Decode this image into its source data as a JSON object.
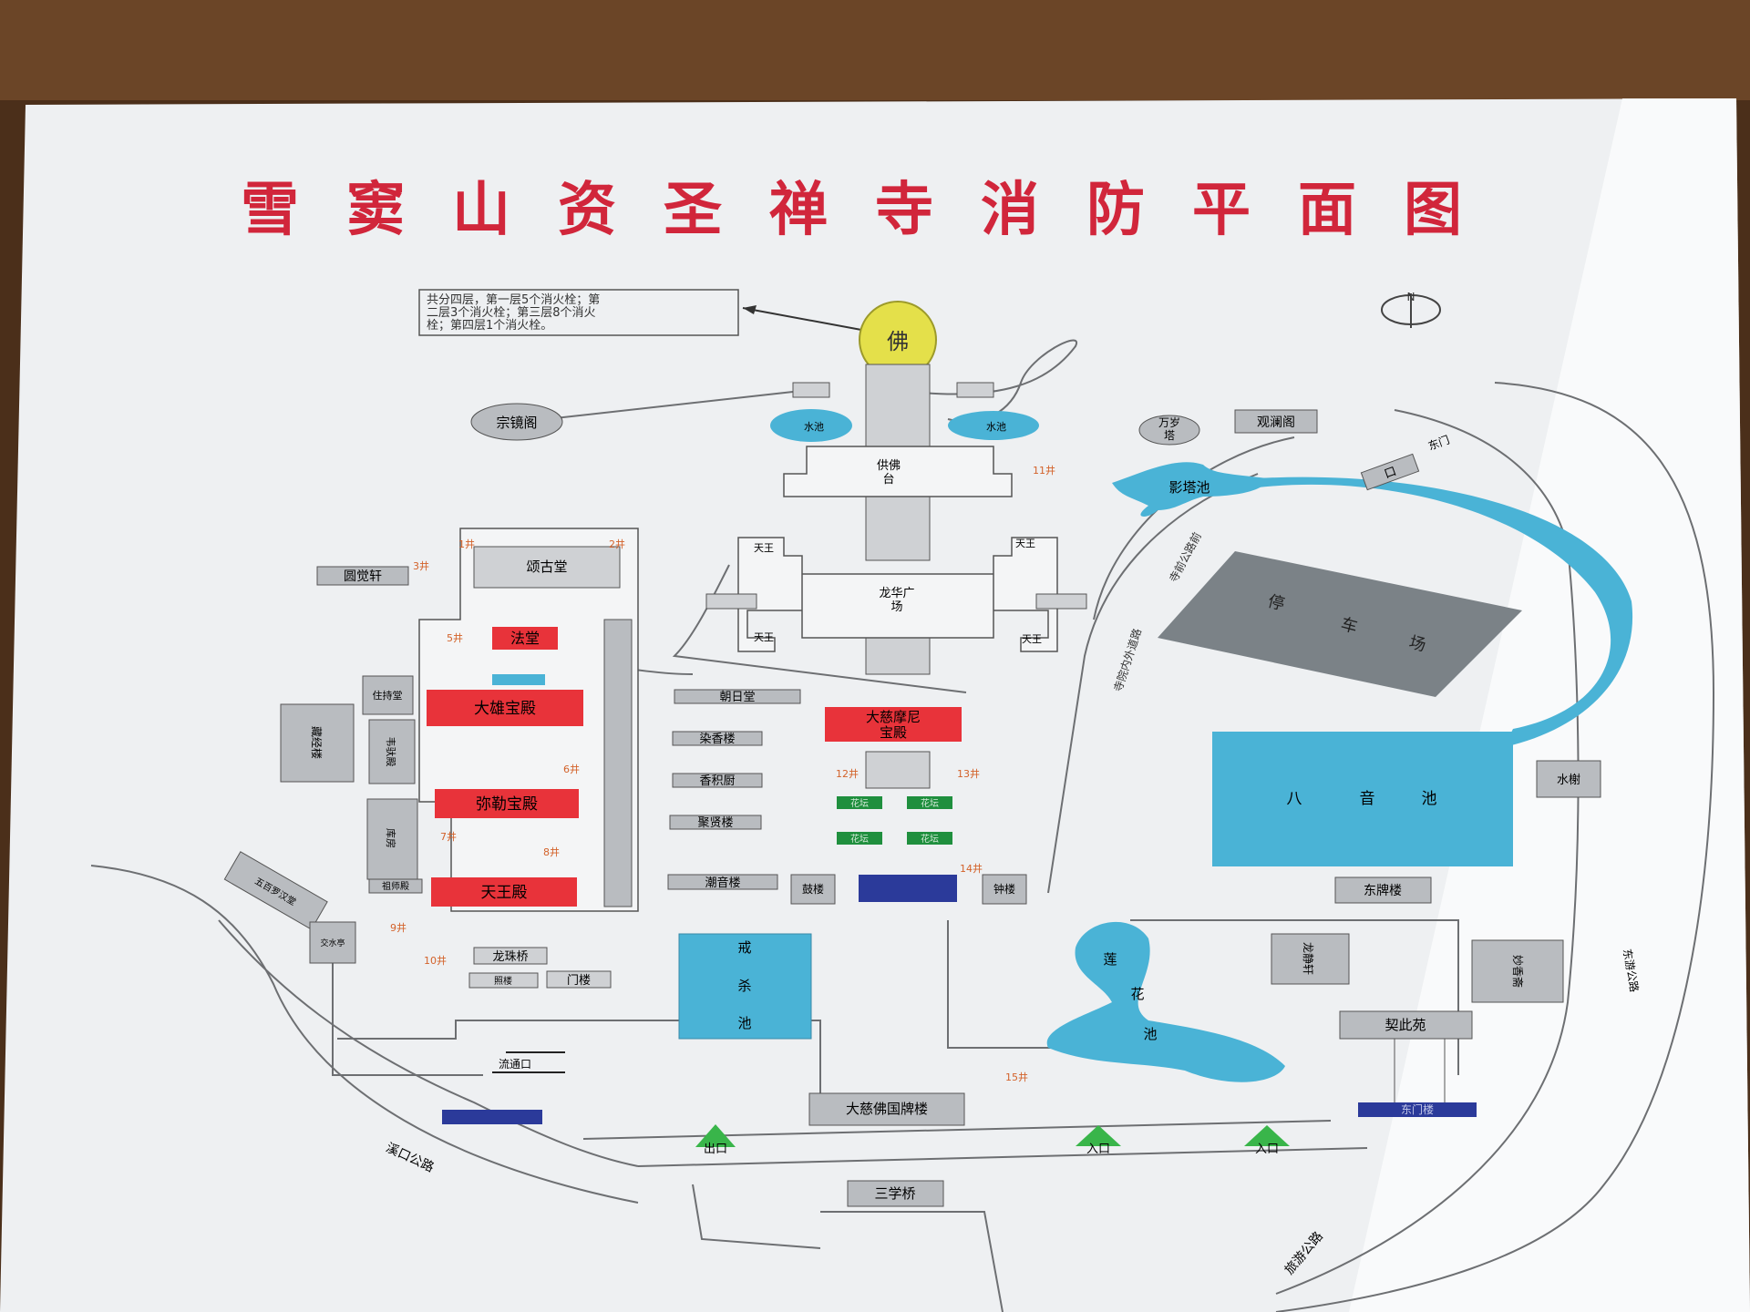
{
  "title": "雪窦山资圣禅寺消防平面图",
  "note": {
    "line1": "共分四层，第一层5个消火栓；第",
    "line2": "二层3个消火栓；第三层8个消火",
    "line3": "栓；第四层1个消火栓。"
  },
  "compass": "N",
  "colors": {
    "title": "#d1263b",
    "hall": "#e8333a",
    "water": "#4ab3d6",
    "building": "#b9bcc0",
    "parking": "#7b8287",
    "buddha": "#e4e04a",
    "flowerbed": "#1f8f3e",
    "hydrant_text": "#d3622a",
    "entrance": "#39b54a",
    "navy": "#2b3a9a"
  },
  "labels": {
    "buddha": "佛",
    "zongjingge": "宗镜阁",
    "shuichi": "水池",
    "gongfotai_1": "供佛",
    "gongfotai_2": "台",
    "wansuita_1": "万岁",
    "wansuita_2": "塔",
    "guanlange": "观澜阁",
    "yingtachi": "影塔池",
    "kou": "口",
    "dongmen": "东门",
    "tianwang": "天王",
    "longhua_1": "龙华广",
    "longhua_2": "场",
    "yuanjuexuan": "圆觉轩",
    "songgutang": "颂古堂",
    "fatang": "法堂",
    "daxiong": "大雄宝殿",
    "mile": "弥勒宝殿",
    "tianwangdian": "天王殿",
    "chaoritang": "朝日堂",
    "ranxianglou": "染香楼",
    "xiangjichu": "香积厨",
    "juxianlou": "聚贤楼",
    "chaoyinlou": "潮音楼",
    "guleu": "鼓楼",
    "zhonglou": "钟楼",
    "damoni_1": "大慈摩尼",
    "damoni_2": "宝殿",
    "huatan": "花坛",
    "tingchechang_1": "停",
    "tingchechang_2": "车",
    "tingchechang_3": "场",
    "bayinchi_1": "八",
    "bayinchi_2": "音",
    "bayinchi_3": "池",
    "shuishu": "水榭",
    "dongpailou": "东牌楼",
    "jiesha_1": "戒",
    "jiesha_2": "杀",
    "jiesha_3": "池",
    "lianhua_1": "莲",
    "lianhua_2": "花",
    "lianhua_3": "池",
    "longzhuqiao": "龙珠桥",
    "menlou": "门楼",
    "zhaobi": "照楼",
    "liutongkou": "流通口",
    "dacipailou": "大慈佛国牌楼",
    "sanxueqiao": "三学桥",
    "chukou": "出口",
    "rukou": "入口",
    "qiecifan": "契此苑",
    "dongmenlou": "东门楼",
    "xikou_road": "溪口公路",
    "lvyou_road": "旅游公路",
    "wuren": "五百罗汉堂",
    "zhuchitang": "住持堂",
    "zushidian": "祖师殿",
    "cangjinglou": "藏经楼",
    "weituo": "韦驮殿",
    "kufang": "库房",
    "longjinxuan": "龙静轩",
    "miaoxiangzhai": "妙香斋",
    "jiaoshui": "交水亭",
    "east_road": "东游公路",
    "temple_road1": "寺前公路前",
    "temple_road2": "寺院内外道路",
    "hydrant_1": "1井",
    "hydrant_2": "2井",
    "hydrant_3": "3井",
    "hydrant_5": "5井",
    "hydrant_6": "6井",
    "hydrant_7": "7井",
    "hydrant_8": "8井",
    "hydrant_9": "9井",
    "hydrant_10": "10井",
    "hydrant_11": "11井",
    "hydrant_12": "12井",
    "hydrant_13": "13井",
    "hydrant_14": "14井",
    "hydrant_15": "15井"
  }
}
